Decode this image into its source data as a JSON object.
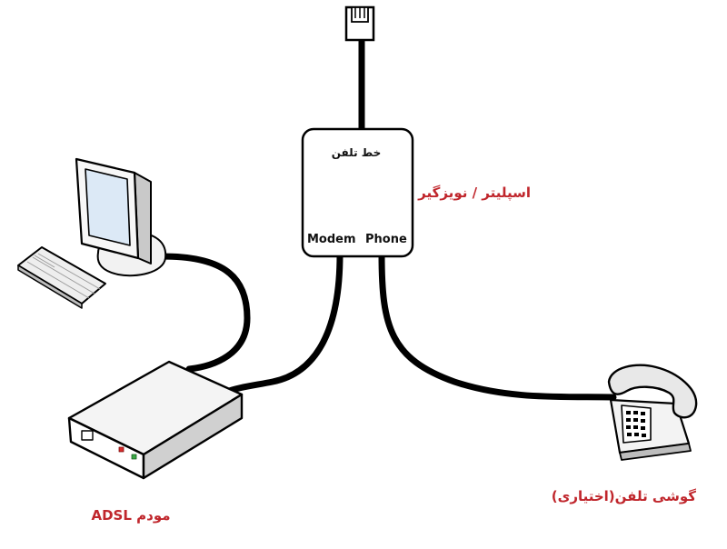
{
  "splitter": {
    "line_label": "خط تلفن",
    "port_modem": "Modem",
    "port_phone": "Phone",
    "title": "اسپلیتر / نویزگیر"
  },
  "modem": {
    "label": "مودم ADSL"
  },
  "phone": {
    "label": "گوشی تلفن(اختیاری)"
  },
  "colors": {
    "label_accent": "#c0262c",
    "cable": "#000000"
  }
}
